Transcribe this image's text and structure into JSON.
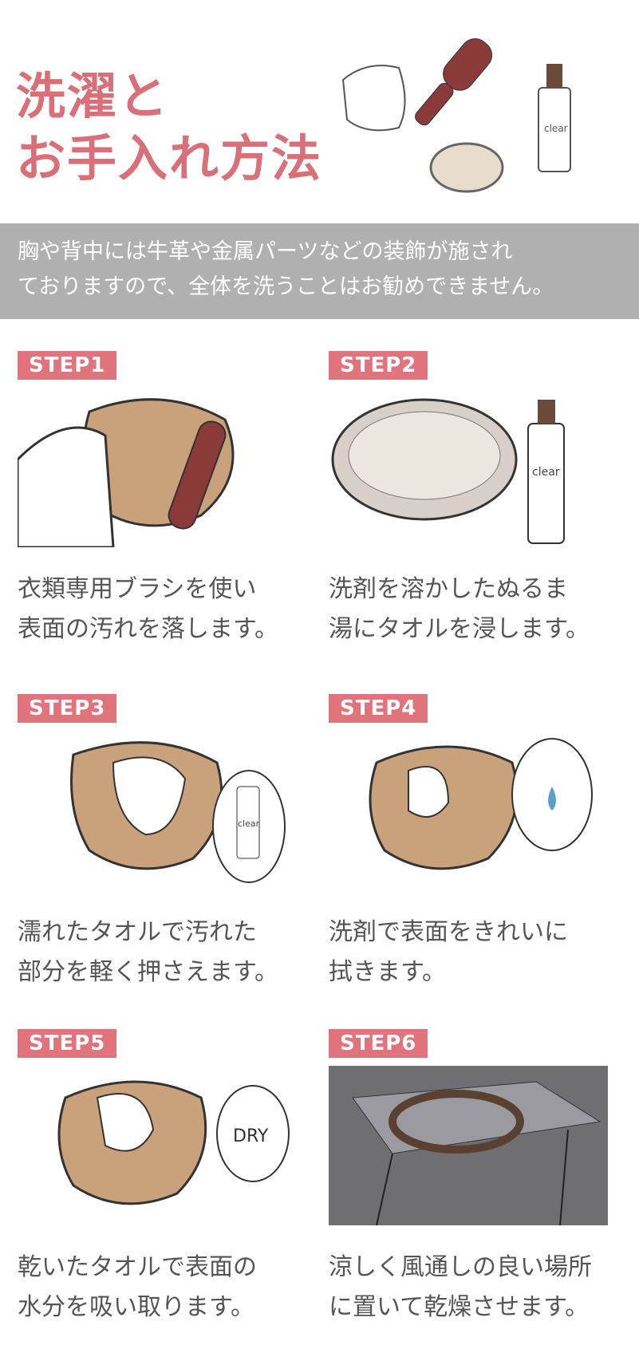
{
  "title": {
    "line1": "洗濯と",
    "line2": "お手入れ方法"
  },
  "notice": {
    "line1": "胸や背中には牛革や金属パーツなどの装飾が施され",
    "line2": "ておりますので、全体を洗うことはお勧めできません。"
  },
  "steps": [
    {
      "label": "STEP1",
      "line1": "衣類専用ブラシを使い",
      "line2": "表面の汚れを落します。"
    },
    {
      "label": "STEP2",
      "line1": "洗剤を溶かしたぬるま",
      "line2": "湯にタオルを浸します。",
      "bottle": "clear"
    },
    {
      "label": "STEP3",
      "line1": "濡れたタオルで汚れた",
      "line2": "部分を軽く押さえます。",
      "bottle": "clear"
    },
    {
      "label": "STEP4",
      "line1": "洗剤で表面をきれいに",
      "line2": "拭きます。"
    },
    {
      "label": "STEP5",
      "line1": "乾いたタオルで表面の",
      "line2": "水分を吸い取ります。",
      "bubble": "DRY"
    },
    {
      "label": "STEP6",
      "line1": "涼しく風通しの良い場所",
      "line2": "に置いて乾燥させます。"
    }
  ],
  "hero": {
    "bottle": "clear"
  },
  "colors": {
    "accent": "#e0737b",
    "title": "#db6f78",
    "banner": "#b0b0b0",
    "text": "#555555"
  }
}
